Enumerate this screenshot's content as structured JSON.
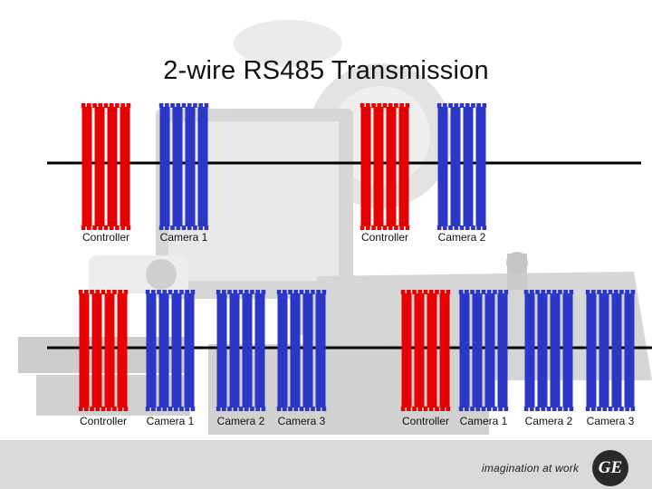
{
  "title": "2-wire  RS485 Transmission",
  "colors": {
    "controller": "#e60000",
    "camera": "#2b37c6",
    "line": "#000000",
    "footer": "#d9d9d9"
  },
  "scenarios": [
    {
      "id": "top-left",
      "units": [
        {
          "type": "controller",
          "label": "Controller"
        },
        {
          "type": "camera",
          "label": "Camera 1"
        }
      ]
    },
    {
      "id": "top-right",
      "units": [
        {
          "type": "controller",
          "label": "Controller"
        },
        {
          "type": "camera",
          "label": "Camera 2"
        }
      ]
    },
    {
      "id": "bottom-left",
      "units": [
        {
          "type": "controller",
          "label": "Controller"
        },
        {
          "type": "camera",
          "label": "Camera 1"
        },
        {
          "type": "camera",
          "label": "Camera 2"
        },
        {
          "type": "camera",
          "label": "Camera 3"
        }
      ]
    },
    {
      "id": "bottom-right",
      "units": [
        {
          "type": "controller",
          "label": "Controller"
        },
        {
          "type": "camera",
          "label": "Camera 1"
        },
        {
          "type": "camera",
          "label": "Camera 2"
        },
        {
          "type": "camera",
          "label": "Camera 3"
        }
      ]
    }
  ],
  "footer": {
    "tagline": "imagination at work",
    "logo_text": "GE",
    "logo_icon": "ge-logo-icon"
  }
}
